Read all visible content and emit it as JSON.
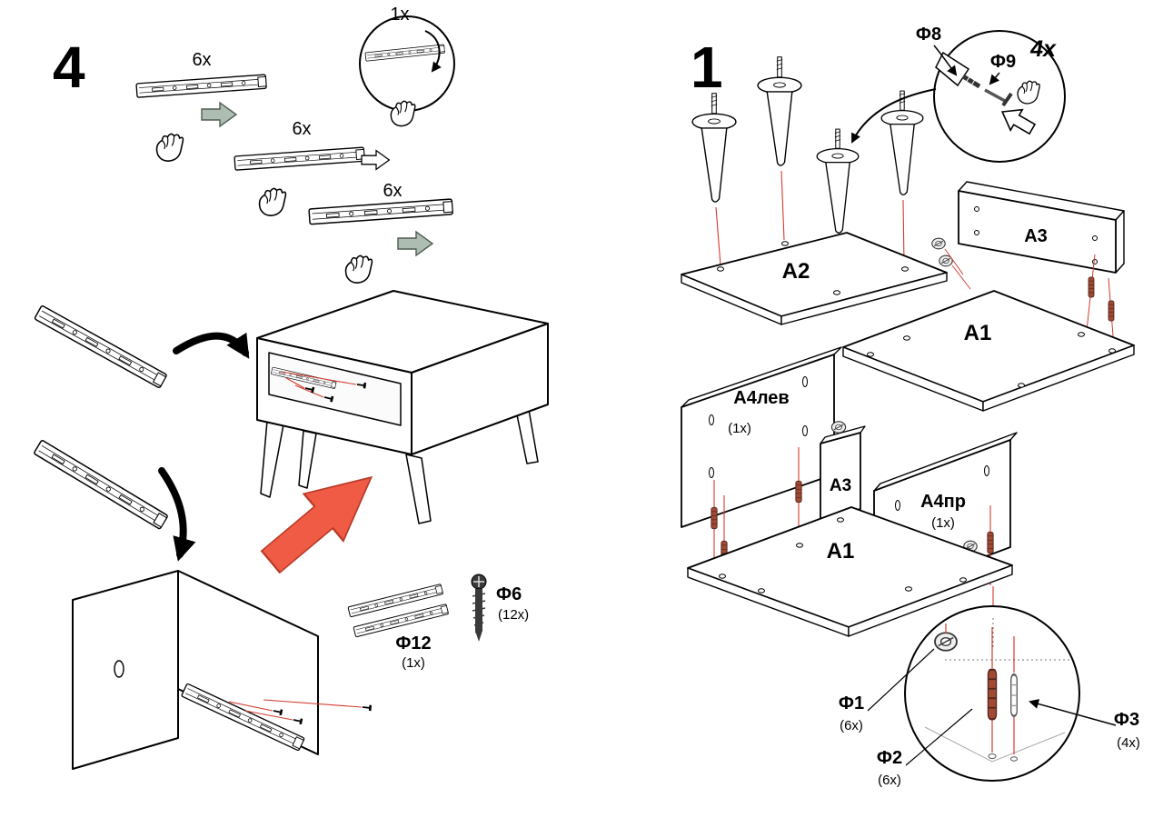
{
  "colors": {
    "line_red": "#d23b2f",
    "arrow_red": "#ef5b44",
    "ink": "#000000",
    "paper": "#ffffff"
  },
  "step4": {
    "number": "4",
    "detail_count": "1x",
    "rail1_count": "6x",
    "rail2_count": "6x",
    "rail3_count": "6x",
    "f12_label": "Ф12",
    "f12_qty": "(1x)",
    "f6_label": "Ф6",
    "f6_qty": "(12x)"
  },
  "step1": {
    "number": "1",
    "detail_top": {
      "f8": "Ф8",
      "f9": "Ф9",
      "qty": "4x"
    },
    "panels": {
      "a2": "A2",
      "a3_top": "A3",
      "a1_top": "A1",
      "a4_left": "А4лев",
      "a4_left_qty": "(1x)",
      "a3_mid": "A3",
      "a4_right": "А4пр",
      "a4_right_qty": "(1x)",
      "a1_bottom": "A1"
    },
    "detail_bottom": {
      "f1": "Ф1",
      "f1_qty": "(6x)",
      "f2": "Ф2",
      "f2_qty": "(6x)",
      "f3": "Ф3",
      "f3_qty": "(4x)"
    }
  }
}
